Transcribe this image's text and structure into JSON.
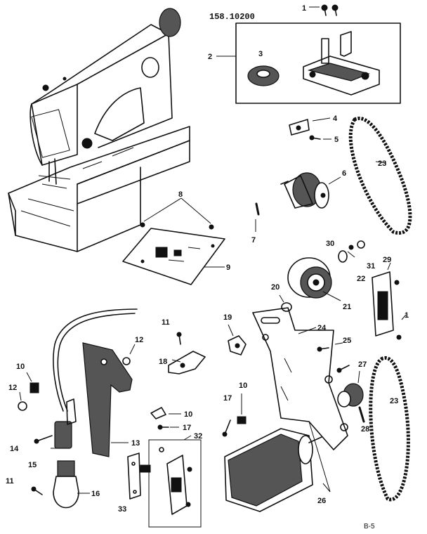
{
  "model_number": "158.10200",
  "page_code": "B-5",
  "callouts": {
    "c1a": "1",
    "c2": "2",
    "c3": "3",
    "c4": "4",
    "c5": "5",
    "c6": "6",
    "c7": "7",
    "c8": "8",
    "c9": "9",
    "c10a": "10",
    "c10b": "10",
    "c10c": "10",
    "c11a": "11",
    "c11b": "11",
    "c12a": "12",
    "c12b": "12",
    "c13": "13",
    "c14": "14",
    "c15": "15",
    "c16": "16",
    "c17a": "17",
    "c17b": "17",
    "c18": "18",
    "c19": "19",
    "c20": "20",
    "c21": "21",
    "c22": "22",
    "c23a": "23",
    "c23b": "23",
    "c24": "24",
    "c25": "25",
    "c26": "26",
    "c27": "27",
    "c28": "28",
    "c29": "29",
    "c30": "30",
    "c31": "31",
    "c32": "32",
    "c33": "33",
    "c1b": "1"
  }
}
